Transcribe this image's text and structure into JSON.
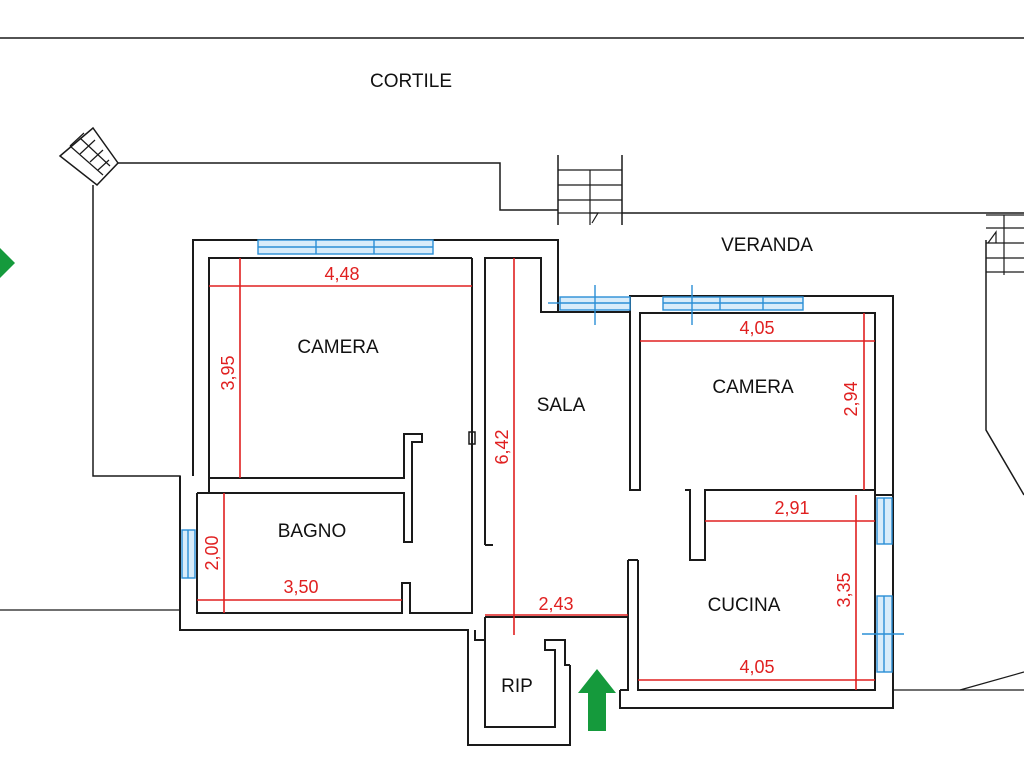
{
  "plan": {
    "labels": {
      "courtyard": "CORTILE",
      "veranda": "VERANDA",
      "bedroom_left": "CAMERA",
      "bedroom_right": "CAMERA",
      "living": "SALA",
      "bathroom": "BAGNO",
      "kitchen": "CUCINA",
      "storage": "RIP"
    },
    "dimensions": {
      "bedroom_left_width": "4,48",
      "bedroom_left_depth": "3,95",
      "living_depth": "6,42",
      "living_width": "2,43",
      "bedroom_right_width": "4,05",
      "bedroom_right_depth": "2,94",
      "bathroom_depth": "2,00",
      "bathroom_width": "3,50",
      "kitchen_width_top": "2,91",
      "kitchen_depth": "3,35",
      "kitchen_width_bottom": "4,05"
    },
    "icons": {
      "entrance_arrow": "up-arrow-icon",
      "side_arrow": "right-arrow-icon"
    },
    "colors": {
      "wall": "#1a1a1a",
      "dimension": "#e02020",
      "window": "#2a8fd6",
      "window_fill": "#d8ecfa",
      "arrow": "#159a3c"
    }
  }
}
